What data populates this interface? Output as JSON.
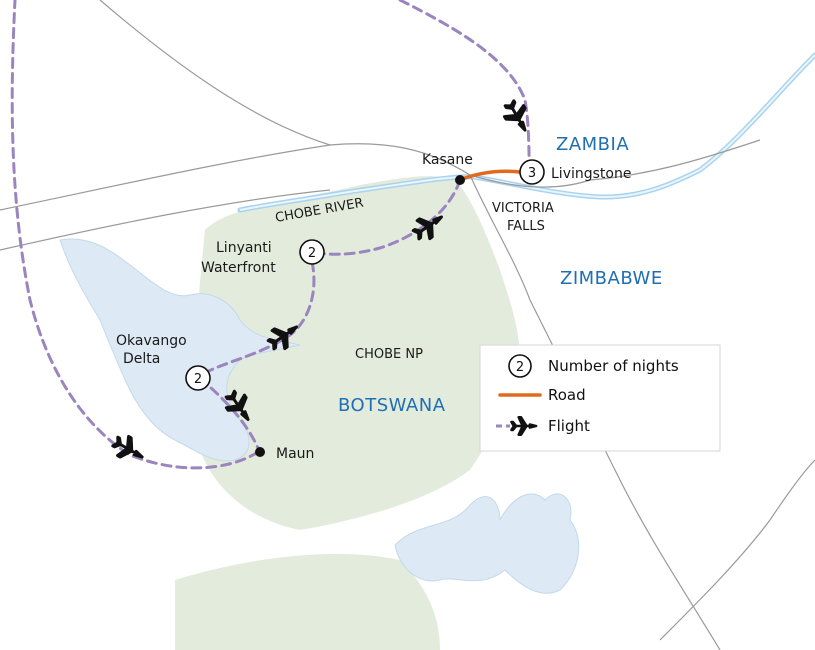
{
  "countries": {
    "zambia": "ZAMBIA",
    "zimbabwe": "ZIMBABWE",
    "botswana": "BOTSWANA"
  },
  "places": {
    "kasane": "Kasane",
    "livingstone": "Livingstone",
    "victoria_falls_1": "VICTORIA",
    "victoria_falls_2": "FALLS",
    "chobe_river": "CHOBE RIVER",
    "linyanti_1": "Linyanti",
    "linyanti_2": "Waterfront",
    "okavango_1": "Okavango",
    "okavango_2": "Delta",
    "chobe_np": "CHOBE NP",
    "maun": "Maun"
  },
  "nights": {
    "livingstone": "3",
    "linyanti": "2",
    "okavango": "2"
  },
  "legend": {
    "number_sample": "2",
    "nights_label": "Number of nights",
    "road_label": "Road",
    "flight_label": "Flight"
  },
  "colors": {
    "land_park": "#e3ecdc",
    "water": "#dde9f4",
    "river": "#a9d3ee",
    "border": "#9a9a9a",
    "flight": "#9b85be",
    "road": "#e06a1f",
    "country_text": "#1f6fb2",
    "icon": "#111111"
  },
  "icons": {
    "flight": "airplane-icon",
    "town": "town-dot-icon"
  }
}
